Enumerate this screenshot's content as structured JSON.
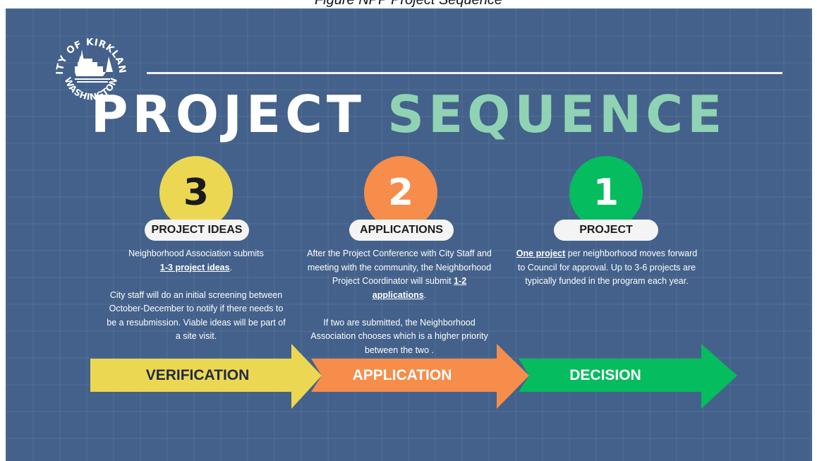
{
  "caption": "Figure NPP Project Sequence",
  "logo": {
    "text_top": "CITY OF KIRKLAND",
    "text_bottom": "WASHINGTON"
  },
  "title": {
    "part1": "PROJECT",
    "part2": "SEQUENCE"
  },
  "colors": {
    "background": "#43618a",
    "accent_title": "#8fd3b4",
    "yellow": "#ecd752",
    "orange": "#f68d4b",
    "green": "#05bc5e"
  },
  "steps": [
    {
      "number": "3",
      "label": "PROJECT IDEAS",
      "desc_p1_pre": "Neighborhood Association submits",
      "desc_p1_bold": "1-3 project ideas",
      "desc_p1_post": ".",
      "desc_p2": "City staff will do an initial screening between October-December to notify if there needs to be a resubmission. Viable ideas will be part of a site visit."
    },
    {
      "number": "2",
      "label": "APPLICATIONS",
      "desc_p1_pre": "After the Project Conference with City Staff and meeting with the community, the Neighborhood Project Coordinator will submit",
      "desc_p1_bold": "1-2 applications",
      "desc_p1_post": ".",
      "desc_p2": "If two are submitted, the Neighborhood Association chooses which is a higher priority between the two ."
    },
    {
      "number": "1",
      "label": "PROJECT",
      "desc_p1_pre": "",
      "desc_p1_bold": "One project",
      "desc_p1_post": " per neighborhood moves forward to Council for approval. Up to 3-6 projects are typically funded in the program each year.",
      "desc_p2": ""
    }
  ],
  "phases": [
    "VERIFICATION",
    "APPLICATION",
    "DECISION"
  ]
}
